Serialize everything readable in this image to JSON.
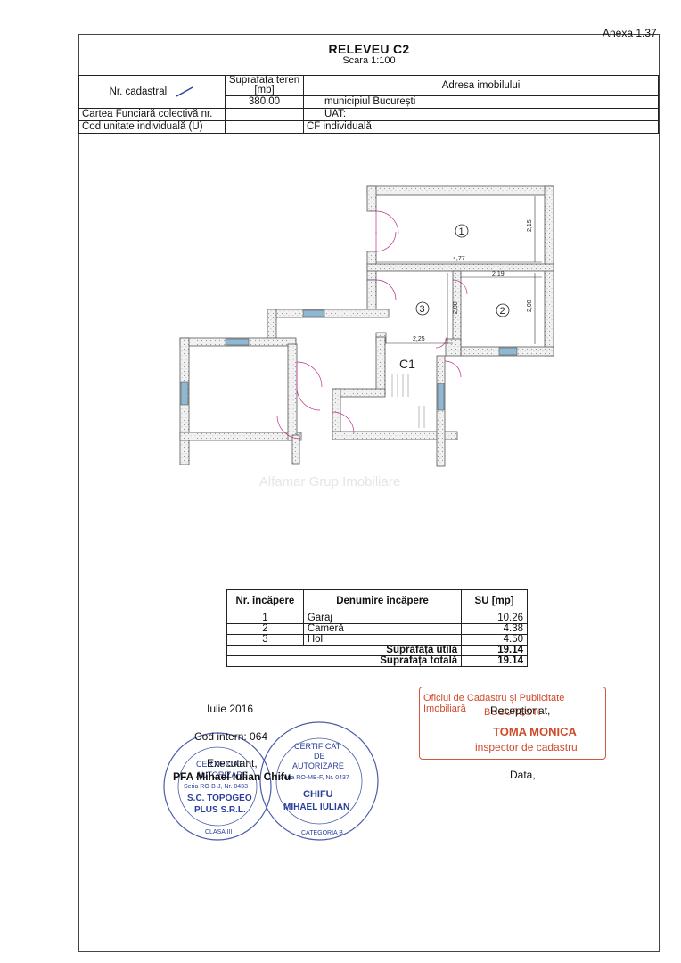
{
  "annex": "Anexa 1.37",
  "title": "RELEVEU C2",
  "scale": "Scara 1:100",
  "header": {
    "cadastral_label": "Nr. cadastral",
    "area_label": "Suprafața teren [mp]",
    "address_label": "Adresa imobilului",
    "area_value": "380.00",
    "city": "municipiul București",
    "cf_label": "Cartea Funciară colectivă nr.",
    "uat_label": "UAT:",
    "unit_label": "Cod unitate individuală (U)",
    "cf_ind_label": "CF individuală"
  },
  "plan": {
    "room_1": "1",
    "room_2": "2",
    "room_3": "3",
    "building": "C1",
    "dim_215": "2,15",
    "dim_477": "4,77",
    "dim_219": "2,19",
    "dim_200a": "2,00",
    "dim_200b": "2,00",
    "dim_225": "2,25"
  },
  "watermark": "Alfamar Grup Imobiliare",
  "rooms_table": {
    "col_nr": "Nr. încăpere",
    "col_name": "Denumire încăpere",
    "col_su": "SU [mp]",
    "rows": [
      {
        "nr": "1",
        "name": "Garaj",
        "su": "10.26"
      },
      {
        "nr": "2",
        "name": "Cameră",
        "su": "4.38"
      },
      {
        "nr": "3",
        "name": "Hol",
        "su": "4.50"
      }
    ],
    "useful_label": "Suprafața utilă",
    "useful_value": "19.14",
    "total_label": "Suprafața totală",
    "total_value": "19.14"
  },
  "date": "Iulie 2016",
  "internal_code": "Cod intern: 064",
  "executant_label": "Executant,",
  "executant_name": "PFA Mihael Iulian Chifu",
  "receptionat": "Recepționat,",
  "data_label": "Data,",
  "stamp_red": {
    "line1": "Oficiul de Cadastru și Publicitate Imobiliară",
    "line2": "BUCUREȘTI",
    "line3": "TOMA MONICA",
    "line4": "inspector de cadastru"
  },
  "seal_left": {
    "l1": "CERTIFICAT",
    "l2": "AUTORIZARE",
    "l3": "Seria RO-B-J, Nr. 0433",
    "l4": "S.C. TOPOGEO",
    "l5": "PLUS S.R.L.",
    "l6": "CLASA III"
  },
  "seal_right": {
    "l1": "CERTIFICAT",
    "l2": "DE",
    "l3": "AUTORIZARE",
    "l4": "Seria RO-MB-F, Nr. 0437",
    "l5": "CHIFU",
    "l6": "MIHAEL IULIAN",
    "l7": "CATEGORIA B"
  },
  "colors": {
    "seal_blue": "#2b3f9a",
    "stamp_red": "#cf4a2a",
    "door_arc": "#c0308e",
    "window": "#8fb9d2"
  }
}
